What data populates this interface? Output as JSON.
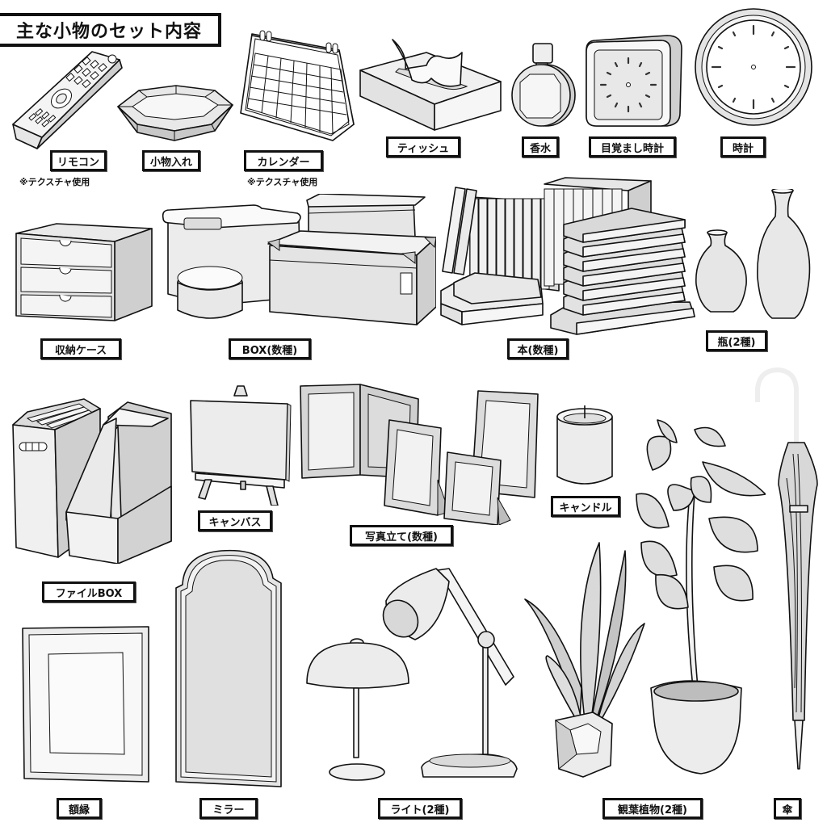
{
  "title": "主な小物のセット内容",
  "items": [
    {
      "label": "リモコン",
      "note": "※テクスチャ使用"
    },
    {
      "label": "小物入れ"
    },
    {
      "label": "カレンダー",
      "note": "※テクスチャ使用"
    },
    {
      "label": "ティッシュ"
    },
    {
      "label": "香水"
    },
    {
      "label": "目覚まし時計"
    },
    {
      "label": "時計"
    },
    {
      "label": "収納ケース"
    },
    {
      "label": "BOX(数種)"
    },
    {
      "label": "本(数種)"
    },
    {
      "label": "瓶(2種)"
    },
    {
      "label": "ファイルBOX"
    },
    {
      "label": "キャンバス"
    },
    {
      "label": "写真立て(数種)"
    },
    {
      "label": "キャンドル"
    },
    {
      "label": "額縁"
    },
    {
      "label": "ミラー"
    },
    {
      "label": "ライト(2種)"
    },
    {
      "label": "観葉植物(2種)"
    },
    {
      "label": "傘"
    }
  ],
  "illustrations": [
    "remote-control-icon",
    "bowl-icon",
    "desk-calendar-icon",
    "tissue-box-icon",
    "perfume-bottle-icon",
    "alarm-clock-icon",
    "wall-clock-icon",
    "drawer-case-icon",
    "storage-boxes-icon",
    "books-icon",
    "vases-icon",
    "file-box-icon",
    "easel-canvas-icon",
    "photo-frames-icon",
    "candle-icon",
    "picture-frame-icon",
    "mirror-icon",
    "lamps-icon",
    "houseplants-icon",
    "umbrella-icon"
  ],
  "colors": {
    "outline": "#111111",
    "fill_light": "#f2f2f2",
    "fill_mid": "#d6d6d6",
    "fill_dark": "#b5b5b5"
  }
}
